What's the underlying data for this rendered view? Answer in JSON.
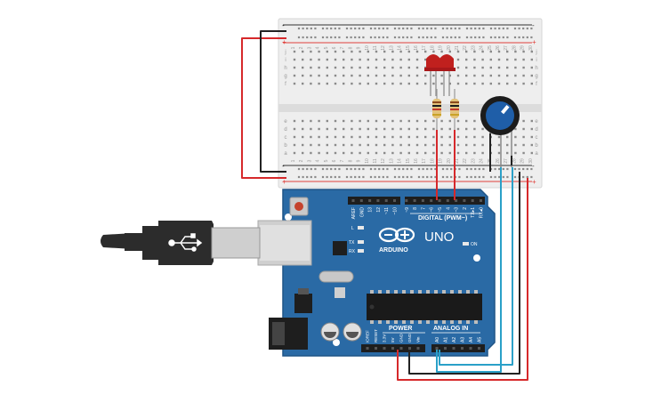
{
  "colors": {
    "board": "#2a6aa5",
    "board_edge": "#1f5486",
    "breadboard": "#eeeeee",
    "breadboard_line": "#d8d8d8",
    "hole": "#8a8a8a",
    "rail_red": "#e0403c",
    "rail_dark": "#333333",
    "wire_red": "#d6292b",
    "wire_black": "#222222",
    "wire_blue": "#2aa0c8",
    "led": "#c0201e",
    "pot": "#1f5ea8",
    "usb_body": "#2c2c2c",
    "usb_plug": "#cfcfcf",
    "header": "#1e1e1e",
    "chip": "#1a1a1a"
  },
  "breadboard": {
    "rail_minus": "-",
    "rail_plus": "+",
    "row_letters_top": [
      "j",
      "i",
      "h",
      "g",
      "f"
    ],
    "row_letters_bottom": [
      "e",
      "d",
      "c",
      "b",
      "a"
    ],
    "column_numbers": [
      "1",
      "2",
      "3",
      "4",
      "5",
      "6",
      "7",
      "8",
      "9",
      "10",
      "11",
      "12",
      "13",
      "14",
      "15",
      "16",
      "17",
      "18",
      "19",
      "20",
      "21",
      "22",
      "23",
      "24",
      "25",
      "26",
      "27",
      "28",
      "29",
      "30"
    ]
  },
  "arduino": {
    "model": "UNO",
    "brand": "ARDUINO",
    "digital_label": "DIGITAL (PWM~)",
    "digital_pins": [
      "AREF",
      "GND",
      "13",
      "12",
      "~11",
      "~10",
      "~9",
      "8",
      "7",
      "~6",
      "~5",
      "4",
      "~3",
      "2",
      "TX▸1",
      "RX◂0"
    ],
    "on_label": "ON",
    "led_labels": [
      "L",
      "TX",
      "RX"
    ],
    "power_label": "POWER",
    "power_pins": [
      "IOREF",
      "RESET",
      "3.3V",
      "5V",
      "GND",
      "GND",
      "Vin"
    ],
    "analog_label": "ANALOG IN",
    "analog_pins": [
      "A0",
      "A1",
      "A2",
      "A3",
      "A4",
      "A5"
    ]
  }
}
